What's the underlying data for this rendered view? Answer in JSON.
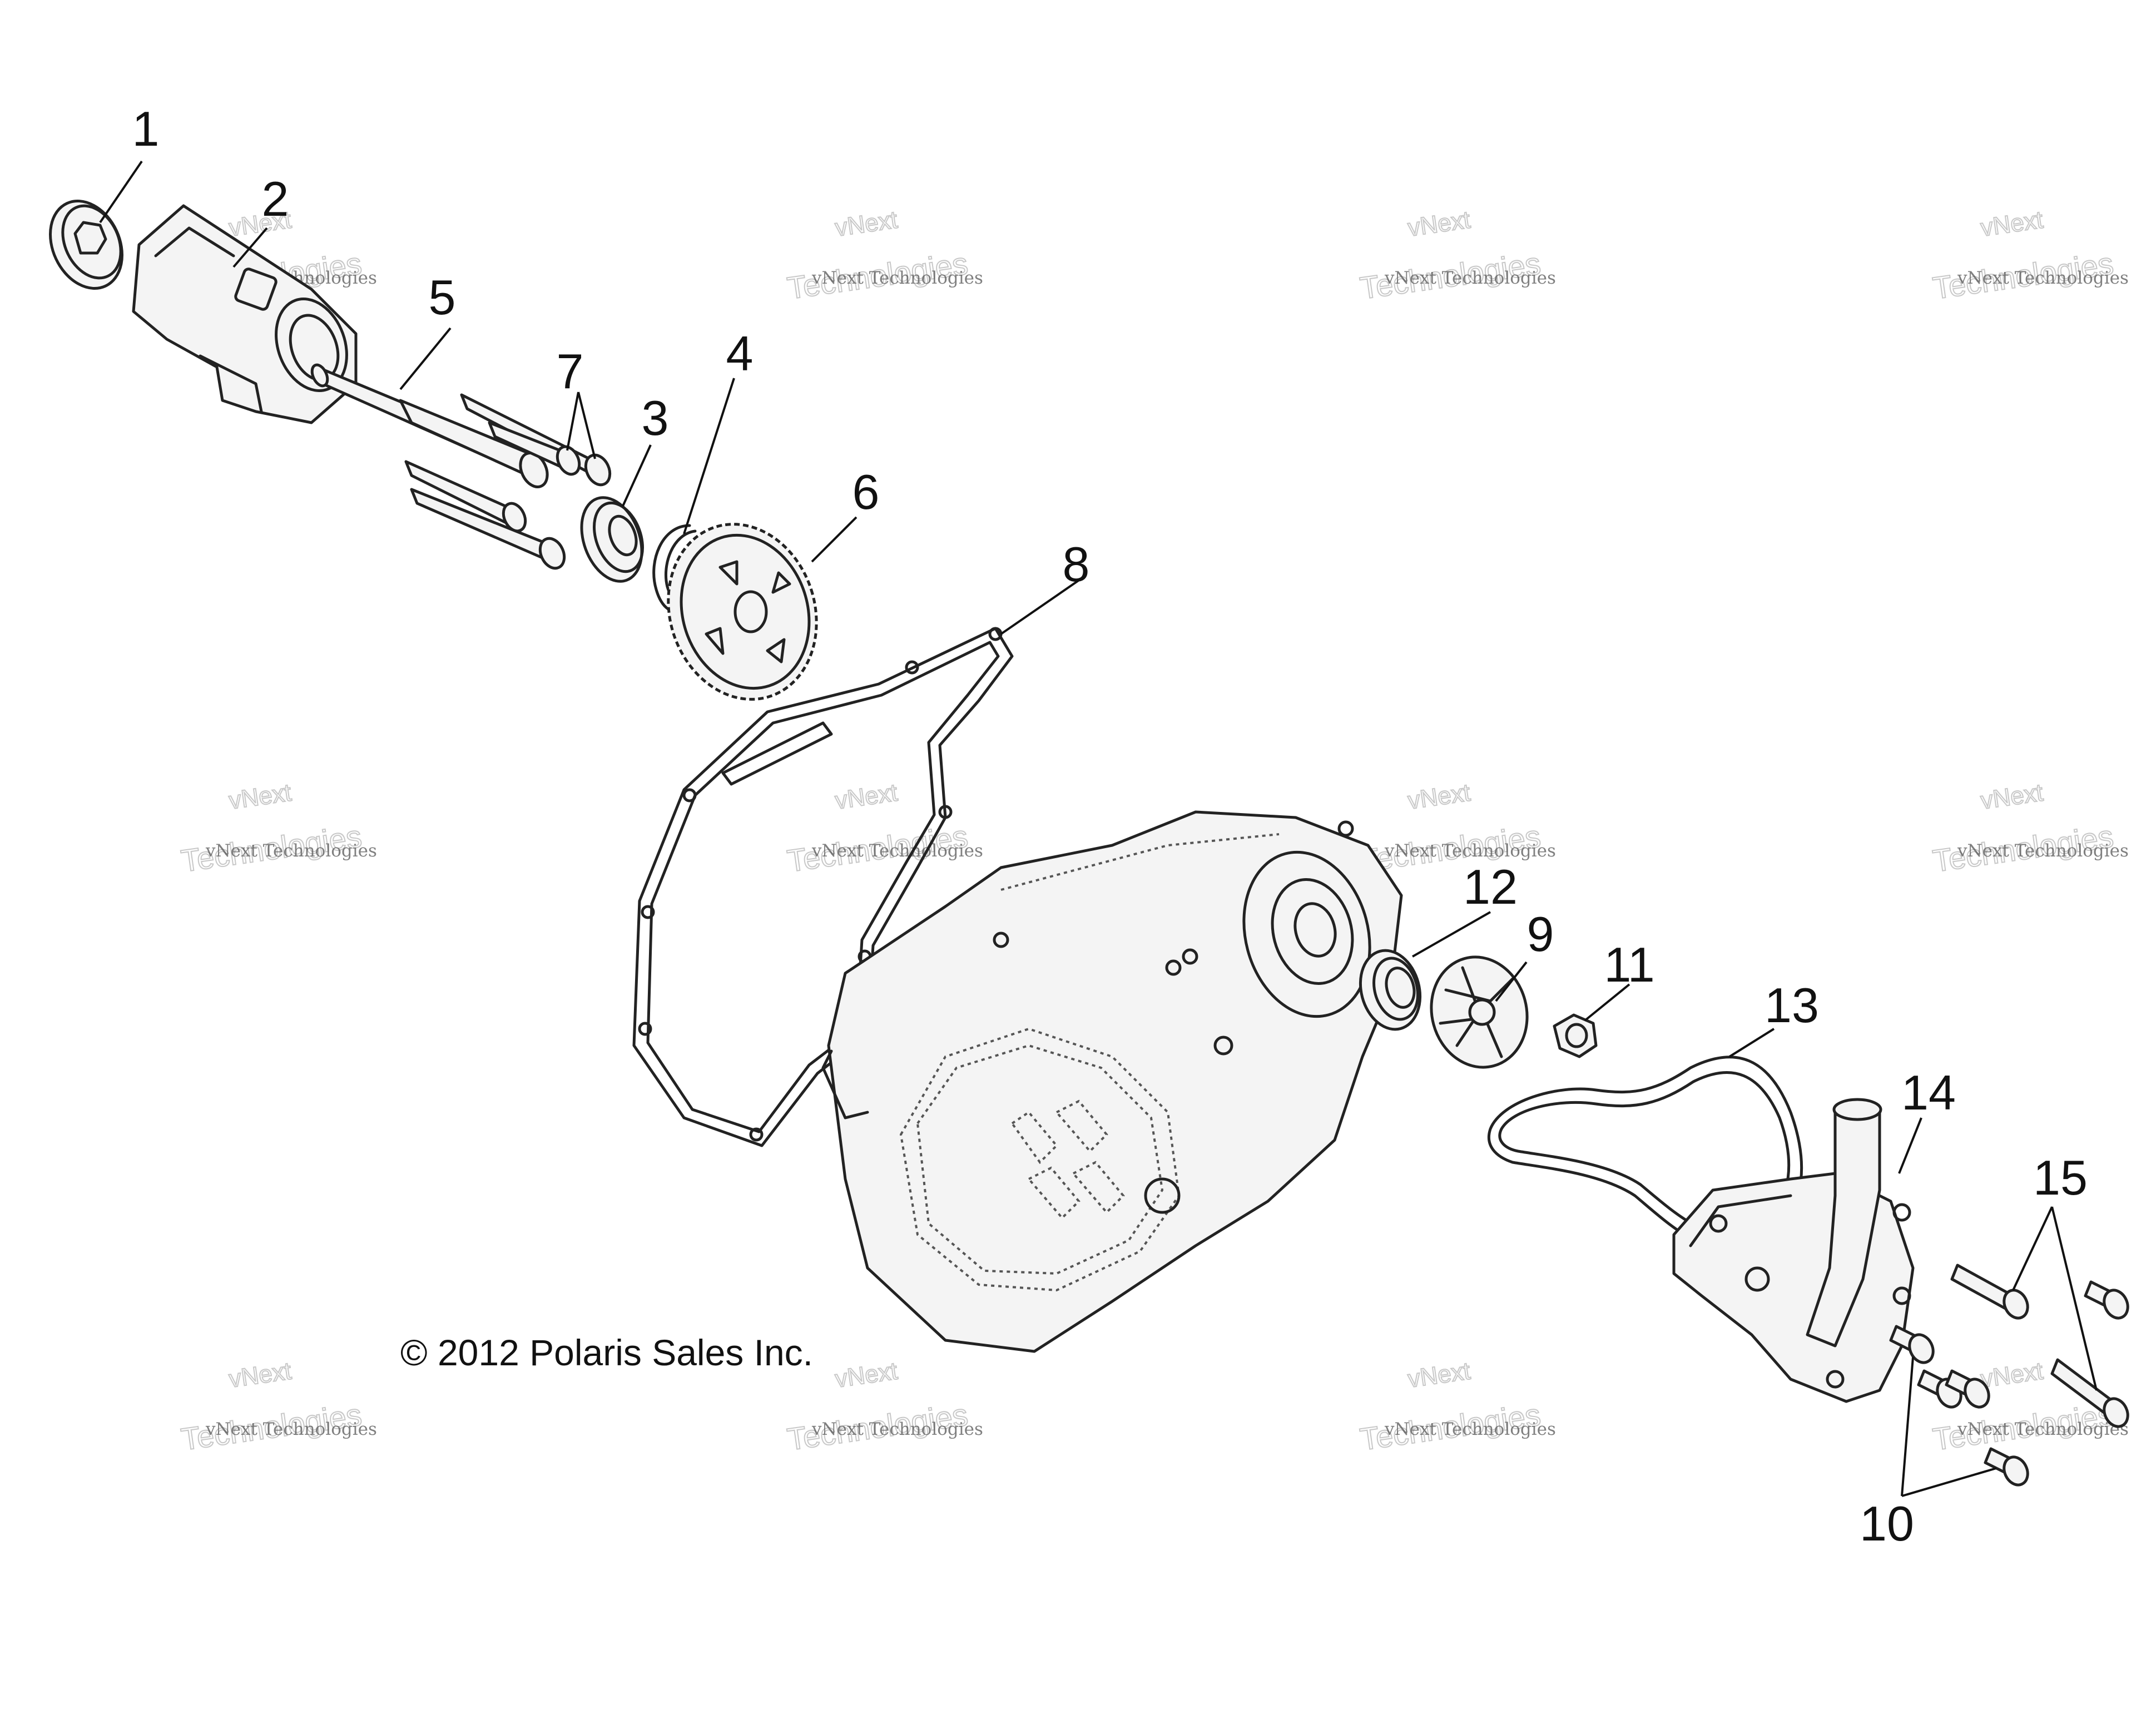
{
  "diagram": {
    "callouts": [
      "1",
      "2",
      "3",
      "4",
      "5",
      "6",
      "7",
      "8",
      "9",
      "10",
      "11",
      "12",
      "13",
      "14",
      "15"
    ],
    "copyright": "© 2012 Polaris Sales Inc.",
    "watermark": {
      "brand": "vNext",
      "small": "vNext Technologies",
      "large": "Technologies"
    }
  }
}
